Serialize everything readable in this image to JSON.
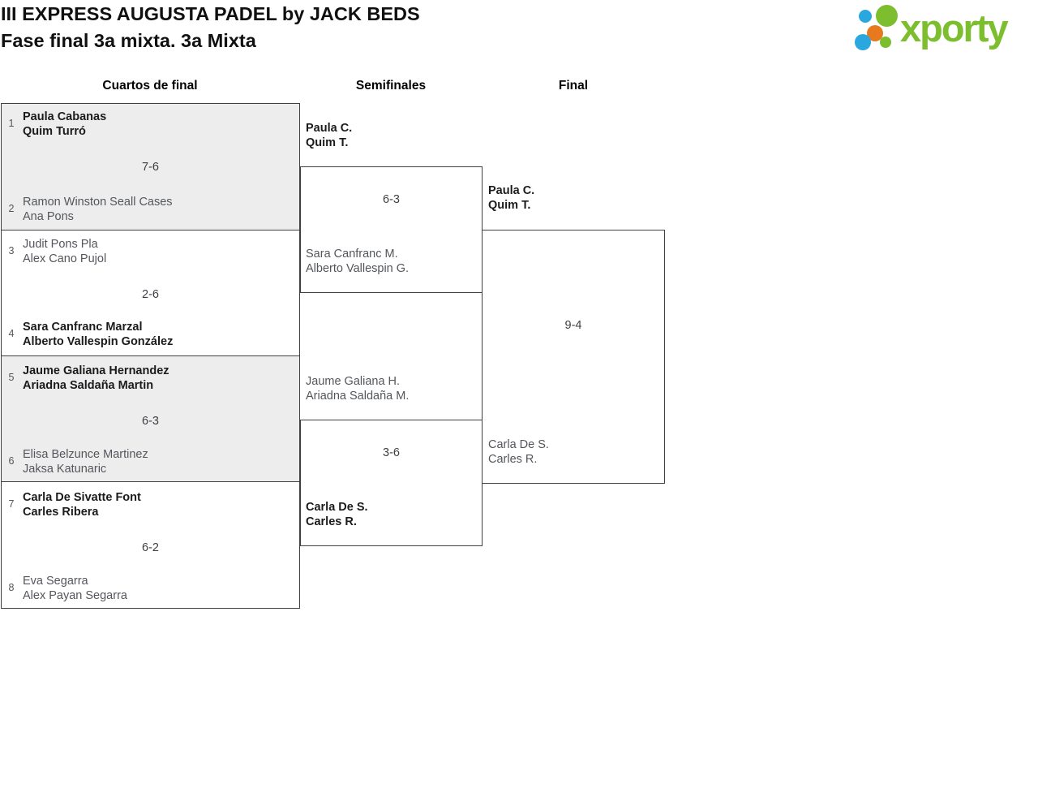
{
  "title": "III EXPRESS AUGUSTA PADEL by JACK BEDS",
  "subtitle": "Fase final 3a mixta. 3a Mixta",
  "logo": {
    "wordmark": "xporty"
  },
  "colors": {
    "brand_green": "#7CBE2E",
    "brand_blue": "#2BA7DF",
    "brand_orange": "#E7791E",
    "match_shade_gray": "#EDEDED",
    "winner_text": "#1A1B1D",
    "regular_text": "#53565B"
  },
  "rounds": {
    "quarterfinals_label": "Cuartos de final",
    "semifinals_label": "Semifinales",
    "final_label": "Final"
  },
  "qf": [
    {
      "seed1": "1",
      "team1": [
        "Paula Cabanas",
        "Quim Turró"
      ],
      "score": "7-6",
      "seed2": "2",
      "team2": [
        "Ramon Winston Seall Cases",
        "Ana Pons"
      ],
      "winner": "team1"
    },
    {
      "seed1": "3",
      "team1": [
        "Judit Pons Pla",
        "Alex Cano Pujol"
      ],
      "score": "2-6",
      "seed2": "4",
      "team2": [
        "Sara Canfranc Marzal",
        "Alberto Vallespin González"
      ],
      "winner": "team2"
    },
    {
      "seed1": "5",
      "team1": [
        "Jaume Galiana Hernandez",
        "Ariadna Saldaña Martin"
      ],
      "score": "6-3",
      "seed2": "6",
      "team2": [
        "Elisa Belzunce Martinez",
        "Jaksa Katunaric"
      ],
      "winner": "team1"
    },
    {
      "seed1": "7",
      "team1": [
        "Carla De Sivatte Font",
        "Carles Ribera"
      ],
      "score": "6-2",
      "seed2": "8",
      "team2": [
        "Eva Segarra",
        "Alex Payan Segarra"
      ],
      "winner": "team1"
    }
  ],
  "sf": [
    {
      "team1": [
        "Paula C.",
        "Quim T."
      ],
      "score": "6-3",
      "team2": [
        "Sara Canfranc M.",
        "Alberto Vallespin G."
      ],
      "winner": "team1"
    },
    {
      "team1": [
        "Jaume Galiana H.",
        "Ariadna Saldaña M."
      ],
      "score": "3-6",
      "team2": [
        "Carla De S.",
        "Carles R."
      ],
      "winner": "team2"
    }
  ],
  "final": {
    "team1": [
      "Paula C.",
      "Quim T."
    ],
    "score": "9-4",
    "team2": [
      "Carla De S.",
      "Carles R."
    ],
    "winner": "team1"
  }
}
